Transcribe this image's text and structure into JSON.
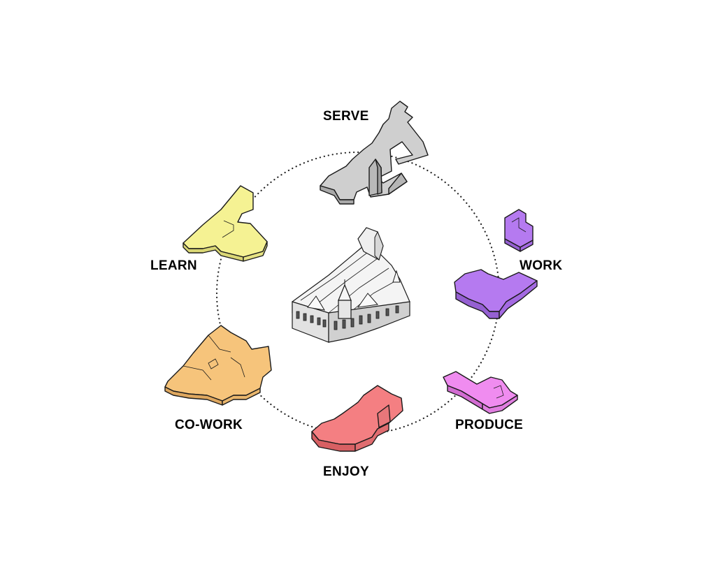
{
  "labels": {
    "serve": "SERVE",
    "work": "WORK",
    "produce": "PRODUCE",
    "enjoy": "ENJOY",
    "co_work": "CO-WORK",
    "learn": "LEARN"
  },
  "colors": {
    "serve": "#cfcfcf",
    "work": "#b57af0",
    "produce": "#f08cf0",
    "enjoy": "#f47f82",
    "co_work": "#f6c47b",
    "learn": "#f5f293",
    "outline": "#1a1a1a",
    "background": "#ffffff"
  },
  "center_illustration": "historic-building-axonometric"
}
